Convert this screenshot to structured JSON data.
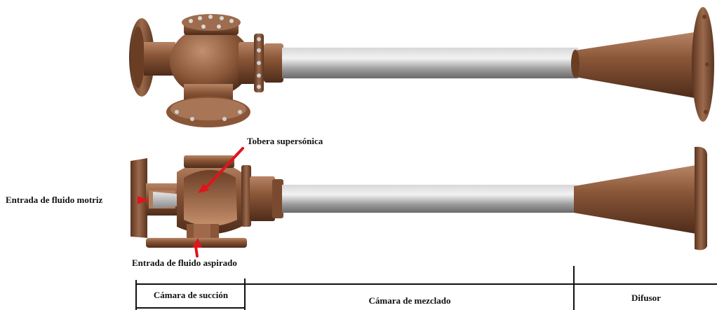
{
  "labels": {
    "nozzle": "Tobera supersónica",
    "motive_inlet": "Entrada de fluido motriz",
    "suction_inlet": "Entrada de fluido aspirado"
  },
  "sections": {
    "suction": "Cámara de succión",
    "mixing": "Cámara de mezclado",
    "diffuser": "Difusor"
  },
  "colors": {
    "bronze": "#7a4a30",
    "bronze_light": "#a47256",
    "pipe": "#9a9a9a",
    "arrow": "#e0151b",
    "line": "#111111"
  }
}
